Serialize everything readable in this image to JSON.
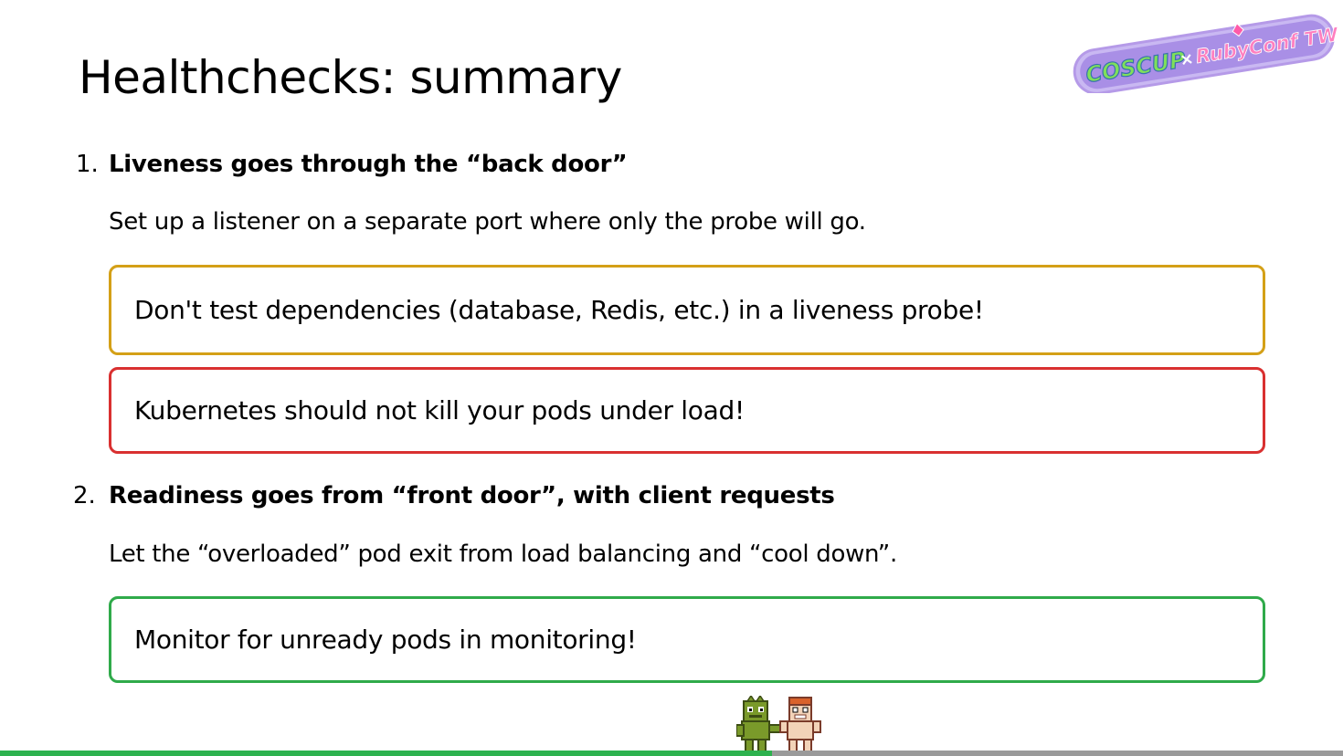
{
  "slide": {
    "title": "Healthchecks: summary"
  },
  "logo": {
    "left_text": "COSCUP",
    "separator": "×",
    "right_text": "RubyConf TW"
  },
  "items": [
    {
      "number": "1.",
      "heading": "Liveness goes through the “back door”",
      "description": "Set up a listener on a separate port where only the probe will go.",
      "callouts": [
        {
          "text": "Don't test dependencies (database, Redis, etc.) in a liveness probe!",
          "color": "#d4a017"
        },
        {
          "text": "Kubernetes should not kill your pods under load!",
          "color": "#d93030"
        }
      ]
    },
    {
      "number": "2.",
      "heading": "Readiness goes from “front door”, with client requests",
      "description": "Let the “overloaded” pod exit from load balancing and “cool down”.",
      "callouts": [
        {
          "text": "Monitor for unready pods in monitoring!",
          "color": "#2faa4a"
        }
      ]
    }
  ],
  "progress": {
    "fraction": 0.575,
    "fill_color": "#2db24e",
    "track_color": "#9a9a9a"
  },
  "colors": {
    "background": "#ffffff",
    "text": "#000000"
  }
}
